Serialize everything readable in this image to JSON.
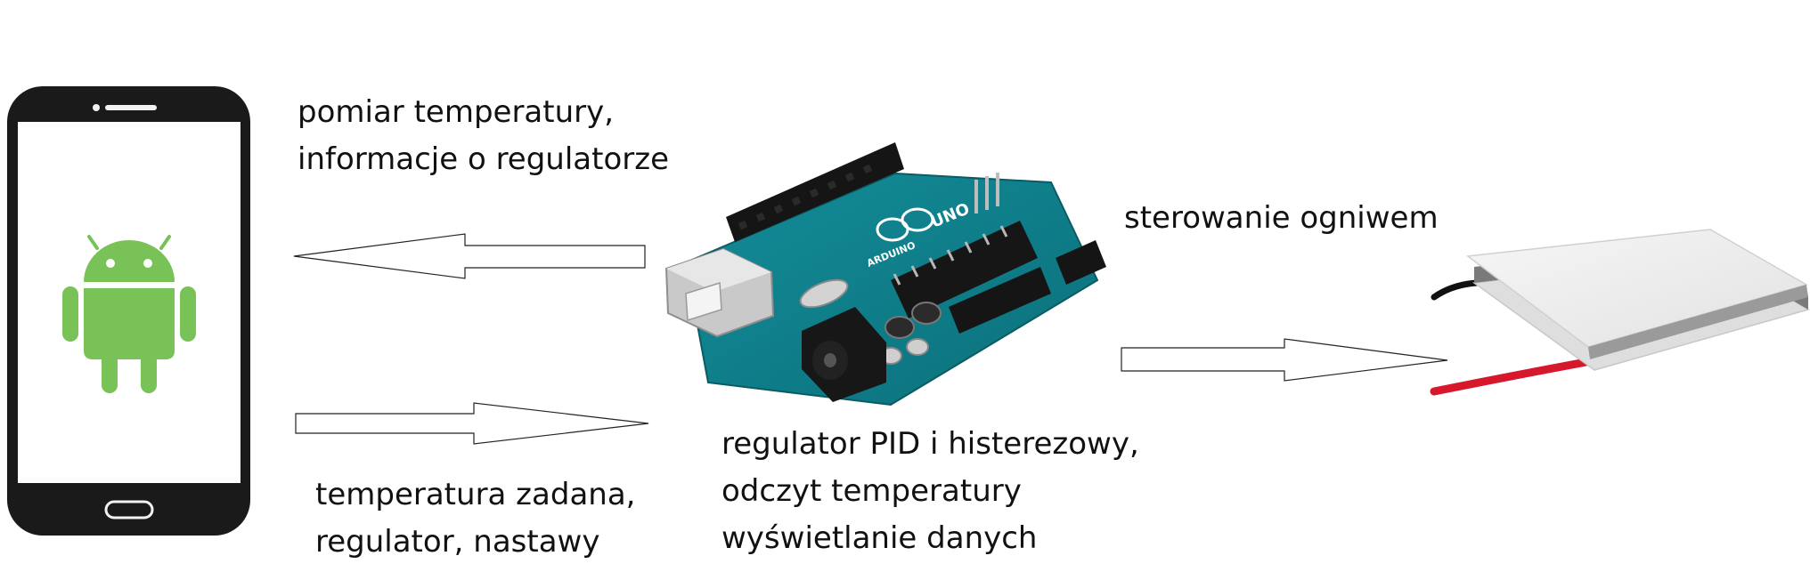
{
  "labels": {
    "phone_to_arduino_top": {
      "line1": "pomiar temperatury,",
      "line2": "informacje o regulatorze"
    },
    "phone_to_arduino_bottom": {
      "line1": "temperatura zadana,",
      "line2": "regulator, nastawy"
    },
    "arduino_caption": {
      "line1": "regulator PID i histerezowy,",
      "line2": "odczyt temperatury",
      "line3": "wyświetlanie danych"
    },
    "arduino_to_peltier": "sterowanie ogniwem"
  },
  "board": {
    "logo_text": "UNO",
    "brand_text": "ARDUINO"
  },
  "colors": {
    "android_green": "#78c257",
    "phone_body": "#1a1a1a",
    "board_teal": "#0f7f8a",
    "peltier_white": "#efefef",
    "wire_red": "#d7172b",
    "wire_black": "#111111"
  }
}
